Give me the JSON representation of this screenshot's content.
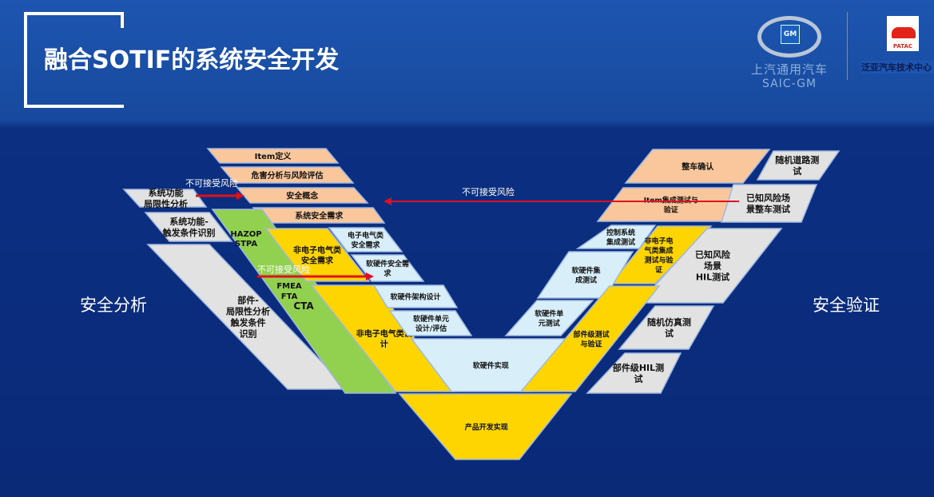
{
  "header": {
    "title": "融合SOTIF的系统安全开发"
  },
  "logos": {
    "saic_gm": {
      "badge": "GM",
      "cn": "上汽通用汽车",
      "en": "SAIC-GM"
    },
    "patac": {
      "badge": "PATAC",
      "cn": "泛亚汽车技术中心"
    }
  },
  "side_labels": {
    "left": "安全分析",
    "right": "安全验证"
  },
  "colors": {
    "orange": "#f9c79b",
    "yellow": "#ffd500",
    "lightblue": "#d8eff9",
    "gray": "#e2e2e2",
    "green": "#92d050",
    "arrow": "#e0101e"
  },
  "arrows": {
    "top_left": "不可接受风险",
    "middle": "不可接受风险",
    "long": "不可接受风险"
  },
  "blocks": {
    "item_def": [
      "Item定义"
    ],
    "hara": [
      "危害分析与风险评估"
    ],
    "safety_concept": [
      "安全概念"
    ],
    "sys_safety_req": [
      "系统安全需求"
    ],
    "func_limit": [
      "系统功能",
      "局限性分析"
    ],
    "trigger_id": [
      "系统功能-",
      "触发条件识别"
    ],
    "component_analysis": [
      "部件-",
      "局限性分析",
      "触发条件",
      "识别"
    ],
    "methods": [
      "HAZOP",
      "STPA",
      "FMEA",
      "FTA",
      "CTA"
    ],
    "non_ee_req": [
      "非电子电气类",
      "安全需求"
    ],
    "non_ee_design": [
      "非电子电气类设",
      "计"
    ],
    "ee_req": [
      "电子电气类",
      "安全需求"
    ],
    "hw_sw_req": [
      "软硬件安全需",
      "求"
    ],
    "hw_sw_arch": [
      "软硬件架构设计"
    ],
    "hw_sw_unit": [
      "软硬件单元",
      "设计/评估"
    ],
    "hw_sw_impl": [
      "软硬件实现"
    ],
    "product_impl": [
      "产品开发实现"
    ],
    "vehicle_confirm": [
      "整车确认"
    ],
    "item_integration": [
      "Item集成测试与",
      "验证"
    ],
    "random_road": [
      "随机道路测",
      "试"
    ],
    "known_vehicle": [
      "已知风险场",
      "景整车测试"
    ],
    "ctrl_integration": [
      "控制系统",
      "集成测试"
    ],
    "non_ee_integration": [
      "非电子电",
      "气类集成",
      "测试与验",
      "证"
    ],
    "hw_sw_integration": [
      "软硬件集",
      "成测试"
    ],
    "known_hil": [
      "已知风险",
      "场景",
      "HIL测试"
    ],
    "hw_sw_unit_test": [
      "软硬件单",
      "元测试"
    ],
    "component_test": [
      "部件级测试",
      "与验证"
    ],
    "random_sim": [
      "随机仿真测",
      "试"
    ],
    "component_hil": [
      "部件级HIL测",
      "试"
    ]
  }
}
